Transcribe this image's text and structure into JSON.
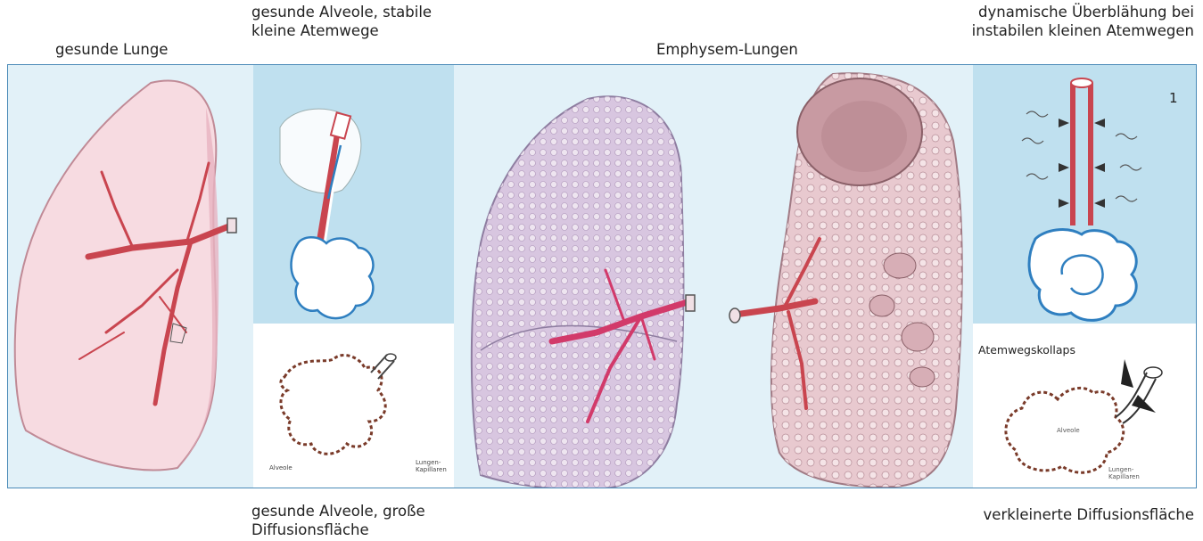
{
  "labels": {
    "healthy_lung": "gesunde Lunge",
    "healthy_alveole_small_airways": "gesunde Alveole, stabile\nkleine Atemwege",
    "emphysema_lungs": "Emphysem-Lungen",
    "dynamic_hyperinflation": "dynamische Überblähung bei\ninstabilen kleinen Atemwegen",
    "healthy_alveole_large_surface": "gesunde Alveole, große\nDiffusionsfläche",
    "reduced_surface": "verkleinerte Diffusionsfläche",
    "figure_number": "1",
    "airway_collapse": "Atemwegskollaps",
    "alveole_small": "Alveole",
    "capillaries_small": "Lungen-\nKapillaren",
    "alveole_small_right": "Alveole",
    "capillaries_small_right": "Lungen-\nKapillaren"
  },
  "colors": {
    "frame_border": "#4a8ab8",
    "frame_bg": "#e2f1f8",
    "panel_blue": "#bfe0ef",
    "lung_pink": "#f7dbe1",
    "emphysema_purple": "#d8c6e0",
    "emphysema_pink": "#e8c9cf",
    "bronchus_red": "#c9454f",
    "alveole_blue": "#2f7fc0"
  }
}
